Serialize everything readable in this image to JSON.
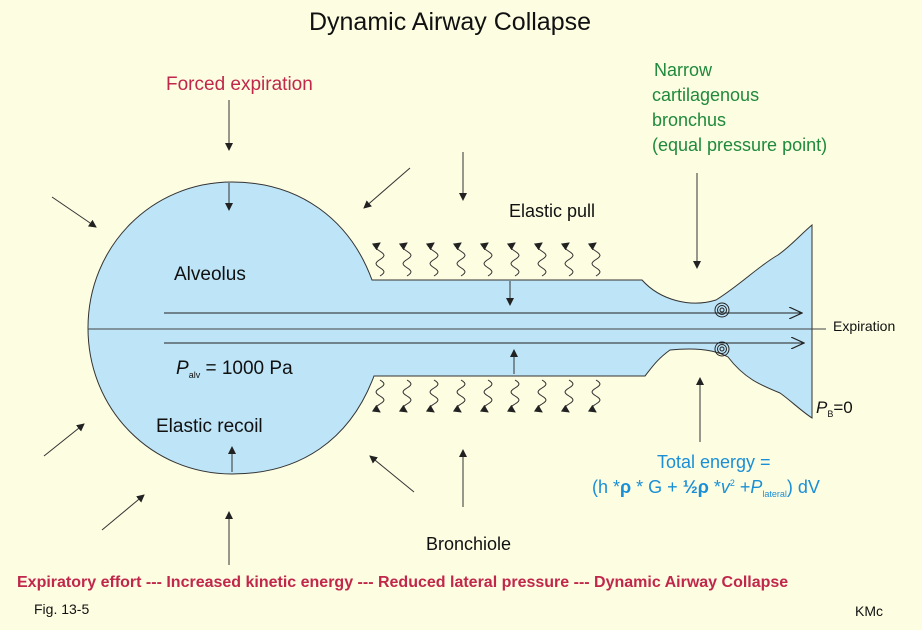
{
  "title": "Dynamic Airway Collapse",
  "labels": {
    "forced_expiration": "Forced expiration",
    "narrow_line1": "Narrow",
    "narrow_line2": "cartilagenous",
    "narrow_line3": "bronchus",
    "narrow_line4": "(equal pressure point)",
    "elastic_pull": "Elastic pull",
    "alveolus": "Alveolus",
    "expiration": "Expiration",
    "p_alv_symbol": "P",
    "p_alv_sub": "alv",
    "p_alv_value": " = 1000 Pa",
    "elastic_recoil": "Elastic recoil",
    "pb_symbol": "P",
    "pb_sub": "B",
    "pb_value": "=0",
    "total_energy": "Total energy  =",
    "eq_1": "(h *",
    "eq_rho1": "ρ",
    "eq_2": "  * G +  ",
    "eq_half": "½",
    "eq_rho2": "ρ",
    "eq_3": " *",
    "eq_v": "v",
    "eq_v_sup": "2",
    "eq_4": " +",
    "eq_P": "P",
    "eq_P_sub": "lateral",
    "eq_5": ") dV",
    "bronchiole": "Bronchiole",
    "caption": "Expiratory effort --- Increased kinetic energy --- Reduced lateral pressure --- Dynamic Airway Collapse",
    "fig": "Fig. 13-5",
    "author": "KMc"
  },
  "colors": {
    "background": "#fdfde2",
    "airway_fill": "#bde4f7",
    "outline": "#333333",
    "red_text": "#c0274a",
    "green_text": "#1f8a3b",
    "blue_text": "#1a8fd6"
  }
}
